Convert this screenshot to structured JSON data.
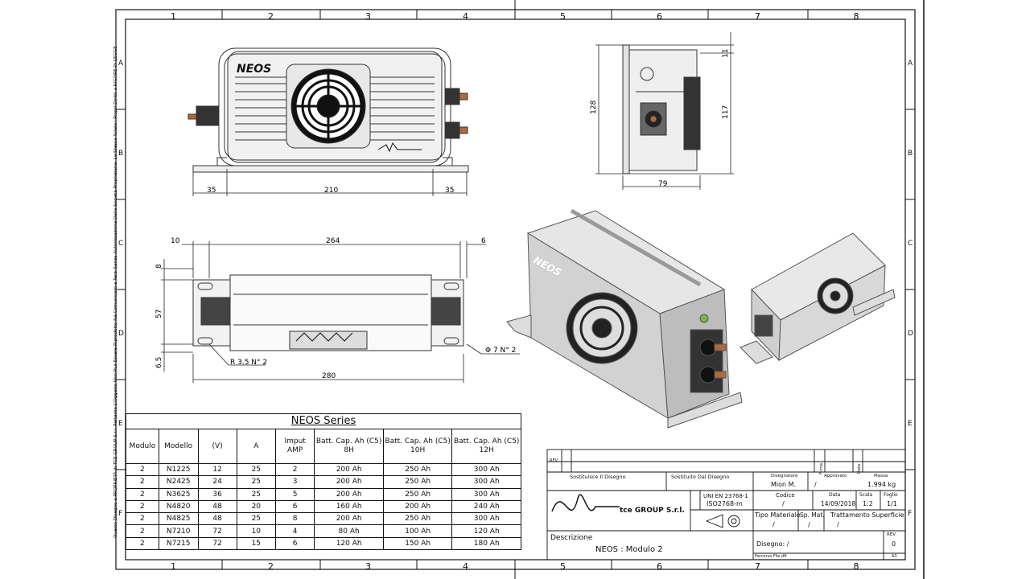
{
  "frame": {
    "columns": [
      "1",
      "2",
      "3",
      "4",
      "5",
      "6",
      "7",
      "8"
    ],
    "rows": [
      "A",
      "B",
      "C",
      "D",
      "E",
      "F"
    ],
    "side_note": "Questo Disegno è PROPRIETÀ di TCE GROUP S.r.l. Pertanto L'Oggetto Non Può Essere Riprodotto Né Comunicato a Terzi Senza Autorizzazione Della Società Proprietaria. La Stessa Tutela i Propri Diritti a RIGORE Di LEGGE"
  },
  "views": {
    "top_logo": "NEOS",
    "top_dims": [
      "35",
      "210",
      "35"
    ],
    "side_dims": [
      "11",
      "128",
      "117",
      "79"
    ],
    "front_dims": [
      "10",
      "264",
      "6",
      "8",
      "57",
      "6.5",
      "280"
    ],
    "front_notes": [
      "R 3.5 N° 2",
      "Φ 7 N° 2"
    ],
    "iso_logo": "NEOS"
  },
  "table": {
    "title": "NEOS Series",
    "headers": [
      "Modulo",
      "Modello",
      "(V)",
      "A",
      "Imput AMP",
      "Batt. Cap. Ah (C5) 8H",
      "Batt. Cap. Ah (C5) 10H",
      "Batt. Cap. Ah (C5) 12H"
    ],
    "rows": [
      [
        "2",
        "N1225",
        "12",
        "25",
        "2",
        "200 Ah",
        "250 Ah",
        "300 Ah"
      ],
      [
        "2",
        "N2425",
        "24",
        "25",
        "3",
        "200 Ah",
        "250 Ah",
        "300 Ah"
      ],
      [
        "2",
        "N3625",
        "36",
        "25",
        "5",
        "200 Ah",
        "250 Ah",
        "300 Ah"
      ],
      [
        "2",
        "N4820",
        "48",
        "20",
        "6",
        "160 Ah",
        "200 Ah",
        "240 Ah"
      ],
      [
        "2",
        "N4825",
        "48",
        "25",
        "8",
        "200 Ah",
        "250 Ah",
        "300 Ah"
      ],
      [
        "2",
        "N7210",
        "72",
        "10",
        "4",
        "80 Ah",
        "100 Ah",
        "120 Ah"
      ],
      [
        "2",
        "N7215",
        "72",
        "15",
        "6",
        "120 Ah",
        "150 Ah",
        "180 Ah"
      ]
    ]
  },
  "title_block": {
    "rev": "REV.",
    "firma": "Firma",
    "data": "Data",
    "sostituisce": "Sostituisce Il Disegno",
    "sostituito": "Sostituito Dal Disegno",
    "disegnatore_label": "Disegnatore",
    "disegnatore": "Mion M.",
    "approvato_label": "Approvato",
    "approvato": "/",
    "massa_label": "Massa",
    "massa": "1.994 kg",
    "norma1": "UNI EN 23768-1",
    "norma2": "ISO2768-m",
    "codice_label": "Codice",
    "codice": "/",
    "data_label": "Data",
    "data_val": "14/09/2018",
    "scala_label": "Scala",
    "scala": "1:2",
    "foglio_label": "Foglio",
    "foglio": "1/1",
    "company": "tce GROUP S.r.l.",
    "tipo_materiale_label": "Tipo Materiale",
    "tipo_materiale": "/",
    "sp_mat_label": "Sp. Mat.",
    "sp_mat": "/",
    "trattamento_label": "Trattamento Superficie",
    "trattamento": "/",
    "descrizione_label": "Descrizione",
    "descrizione": "NEOS : Modulo 2",
    "disegno_label": "Disegno: /",
    "rev_label": "REV.",
    "rev_val": "0",
    "percorso": "Percorso File.dft",
    "formato": "A3"
  }
}
